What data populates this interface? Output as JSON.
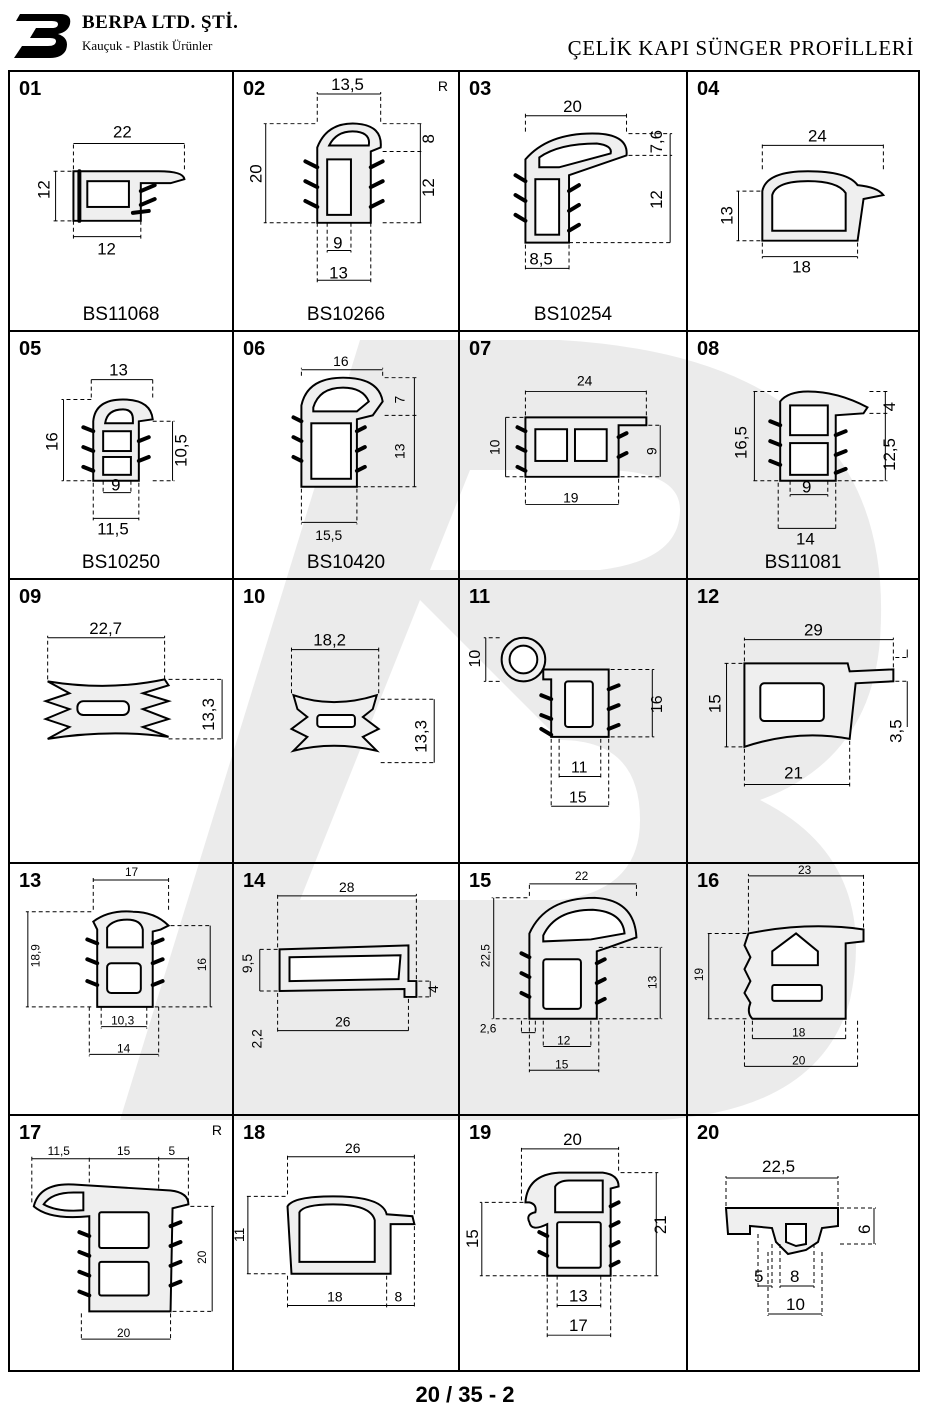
{
  "header": {
    "company": "BERPA LTD. ŞTİ.",
    "tagline": "Kauçuk - Plastik Ürünler",
    "title": "ÇELİK KAPI SÜNGER PROFİLLERİ"
  },
  "footer": {
    "page": "20 / 35 - 2"
  },
  "profiles": [
    {
      "num": "01",
      "code": "BS11068",
      "r": "",
      "dims": [
        "22",
        "12",
        "12"
      ]
    },
    {
      "num": "02",
      "code": "BS10266",
      "r": "R",
      "dims": [
        "13,5",
        "8",
        "20",
        "12",
        "9",
        "13"
      ]
    },
    {
      "num": "03",
      "code": "BS10254",
      "r": "",
      "dims": [
        "20",
        "7,6",
        "12",
        "8,5"
      ]
    },
    {
      "num": "04",
      "code": "",
      "r": "",
      "dims": [
        "24",
        "13",
        "18"
      ]
    },
    {
      "num": "05",
      "code": "BS10250",
      "r": "",
      "dims": [
        "13",
        "16",
        "10,5",
        "9",
        "11,5"
      ]
    },
    {
      "num": "06",
      "code": "BS10420",
      "r": "",
      "dims": [
        "16",
        "7",
        "13",
        "15,5"
      ]
    },
    {
      "num": "07",
      "code": "",
      "r": "",
      "dims": [
        "24",
        "10",
        "9",
        "19"
      ]
    },
    {
      "num": "08",
      "code": "BS11081",
      "r": "",
      "dims": [
        "16,5",
        "4",
        "12,5",
        "9",
        "14"
      ]
    },
    {
      "num": "09",
      "code": "",
      "r": "",
      "dims": [
        "22,7",
        "13,3"
      ]
    },
    {
      "num": "10",
      "code": "",
      "r": "",
      "dims": [
        "18,2",
        "13,3"
      ]
    },
    {
      "num": "11",
      "code": "",
      "r": "",
      "dims": [
        "10",
        "16",
        "11",
        "15"
      ]
    },
    {
      "num": "12",
      "code": "",
      "r": "",
      "dims": [
        "29",
        "15",
        "3,5",
        "21"
      ]
    },
    {
      "num": "13",
      "code": "",
      "r": "",
      "dims": [
        "17",
        "18,9",
        "16",
        "10,3",
        "14"
      ]
    },
    {
      "num": "14",
      "code": "",
      "r": "",
      "dims": [
        "28",
        "9,5",
        "4",
        "2,2",
        "26"
      ]
    },
    {
      "num": "15",
      "code": "",
      "r": "",
      "dims": [
        "22",
        "22,5",
        "13",
        "2,6",
        "12",
        "15"
      ]
    },
    {
      "num": "16",
      "code": "",
      "r": "",
      "dims": [
        "23",
        "19",
        "18",
        "20"
      ]
    },
    {
      "num": "17",
      "code": "",
      "r": "R",
      "dims": [
        "11,5",
        "15",
        "5",
        "20",
        "20"
      ]
    },
    {
      "num": "18",
      "code": "",
      "r": "",
      "dims": [
        "26",
        "11",
        "18",
        "8"
      ]
    },
    {
      "num": "19",
      "code": "",
      "r": "",
      "dims": [
        "20",
        "15",
        "21",
        "13",
        "17"
      ]
    },
    {
      "num": "20",
      "code": "",
      "r": "",
      "dims": [
        "22,5",
        "6",
        "5",
        "8",
        "10"
      ]
    }
  ],
  "icons": {
    "logo": "berpa-b-logo-icon",
    "watermark": "berpa-watermark-icon"
  },
  "colors": {
    "ink": "#000000",
    "fill": "#efefef",
    "watermark": "#e2e2e2"
  }
}
